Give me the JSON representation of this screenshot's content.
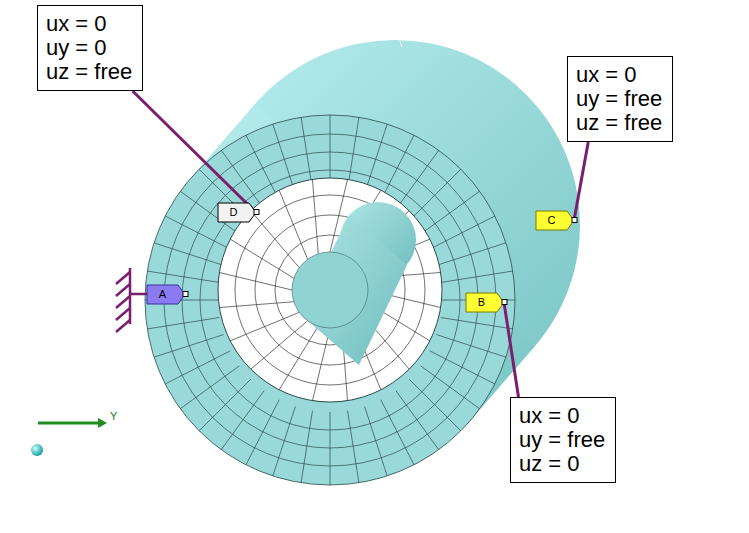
{
  "diagram": {
    "nodes": [
      {
        "text": [
          "ux = 0",
          "uy = 0",
          "uz = free"
        ]
      },
      {
        "text": [
          "ux = 0",
          "uy = free",
          "uz = free"
        ]
      },
      {
        "text": [
          "D"
        ]
      },
      {
        "text": [
          "C"
        ]
      },
      {
        "text": [
          "A"
        ]
      },
      {
        "text": [
          "B"
        ]
      },
      {
        "text": [
          "ux = 0",
          "uy = free",
          "uz = 0"
        ]
      }
    ],
    "edges": [
      {
        "from": 0,
        "to": 2,
        "arrow": "none"
      },
      {
        "from": 1,
        "to": 3,
        "arrow": "none"
      },
      {
        "from": 6,
        "to": 5,
        "arrow": "none"
      }
    ],
    "labels": [
      "Y"
    ]
  }
}
